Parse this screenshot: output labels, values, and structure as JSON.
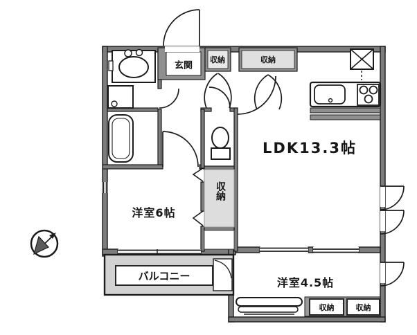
{
  "plan_type": "apartment-floor-plan",
  "rooms": [
    {
      "id": "ldk",
      "label": "LDK13.3帖"
    },
    {
      "id": "bedroom-6",
      "label": "洋室6帖"
    },
    {
      "id": "bedroom-45",
      "label": "洋室4.5帖"
    },
    {
      "id": "balcony",
      "label": "バルコニー"
    },
    {
      "id": "entrance",
      "label": "玄関"
    }
  ],
  "storages": {
    "hall_small": "収納",
    "hall_wide": "収納",
    "hall_tall": "収納",
    "bedroom45_left": "収納",
    "bedroom45_right": "収納"
  },
  "fixtures": [
    "wash-basin",
    "washing-machine",
    "bathtub",
    "toilet",
    "kitchen-counter",
    "kitchen-sink",
    "gas-stove",
    "pipe-space-box",
    "bay-window",
    "sliding-window",
    "entrance-door",
    "compass-north-arrow"
  ],
  "colors": {
    "line": "#1b1b1b",
    "wall": "#7d7d7d",
    "frame": "#8f8f8f",
    "stipple": "#d9d9d9",
    "balcony_fill": "#d2d2d2",
    "paper": "#ffffff"
  }
}
